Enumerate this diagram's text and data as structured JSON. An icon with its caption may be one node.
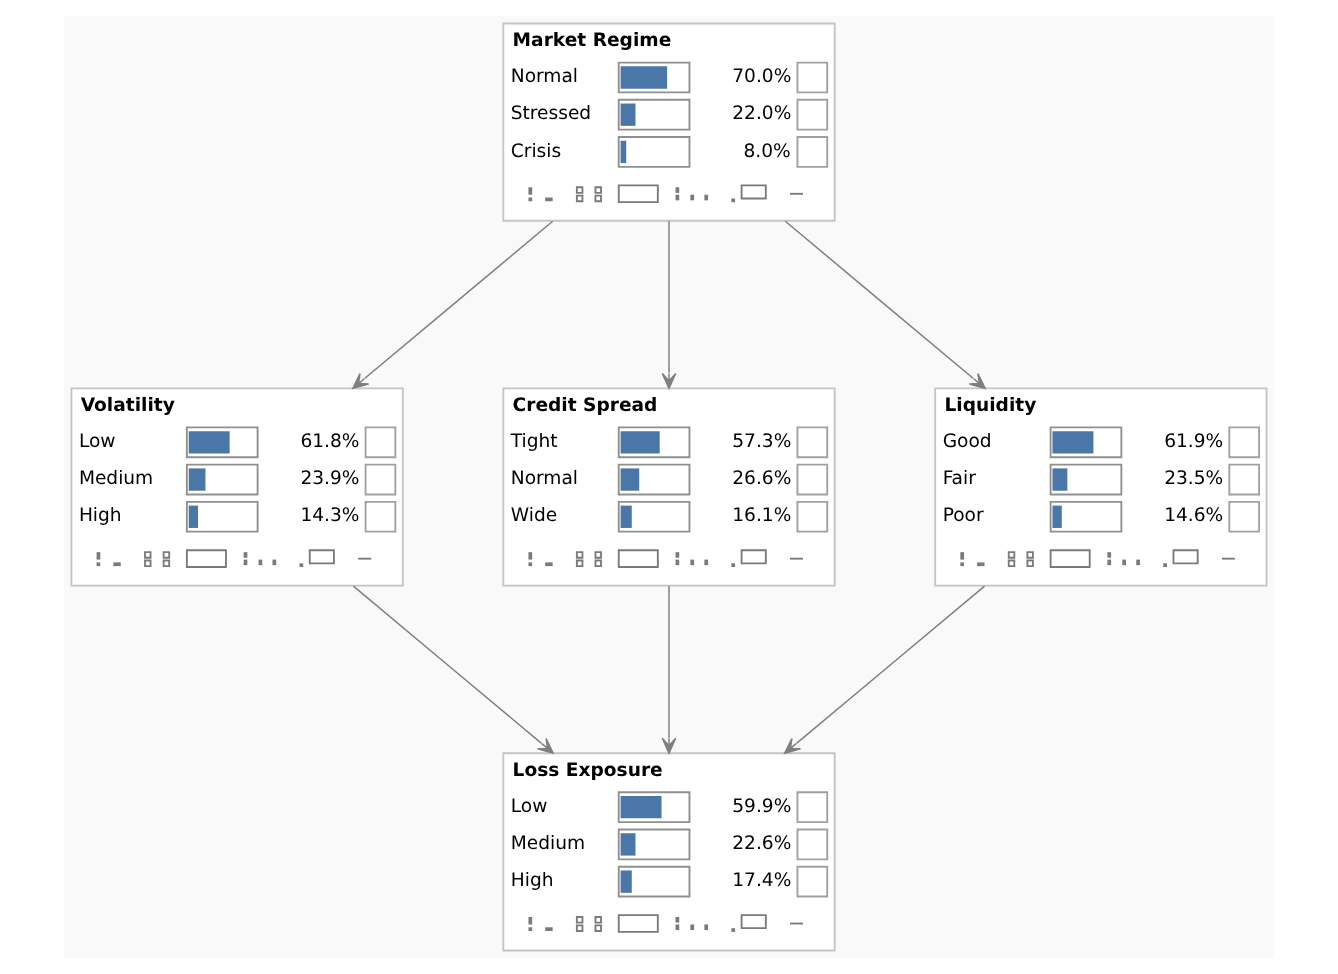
{
  "diagram": {
    "nodes": [
      {
        "text": [
          "Market Regime",
          "Normal",
          "70.0%",
          "Stressed",
          "22.0%",
          "Crisis",
          "8.0%"
        ]
      },
      {
        "text": [
          "Volatility",
          "Low",
          "61.8%",
          "Medium",
          "23.9%",
          "High",
          "14.3%"
        ]
      },
      {
        "text": [
          "Credit Spread",
          "Tight",
          "57.3%",
          "Normal",
          "26.6%",
          "Wide",
          "16.1%"
        ]
      },
      {
        "text": [
          "Liquidity",
          "Good",
          "61.9%",
          "Fair",
          "23.5%",
          "Poor",
          "14.6%"
        ]
      },
      {
        "text": [
          "Loss Exposure",
          "Low",
          "59.9%",
          "Medium",
          "22.6%",
          "High",
          "17.4%"
        ]
      }
    ],
    "edges": [
      {
        "from": 0,
        "to": 1,
        "arrow": "to"
      },
      {
        "from": 0,
        "to": 2,
        "arrow": "to"
      },
      {
        "from": 0,
        "to": 3,
        "arrow": "to"
      },
      {
        "from": 1,
        "to": 4,
        "arrow": "to"
      },
      {
        "from": 2,
        "to": 4,
        "arrow": "to"
      },
      {
        "from": 3,
        "to": 4,
        "arrow": "to"
      }
    ]
  }
}
